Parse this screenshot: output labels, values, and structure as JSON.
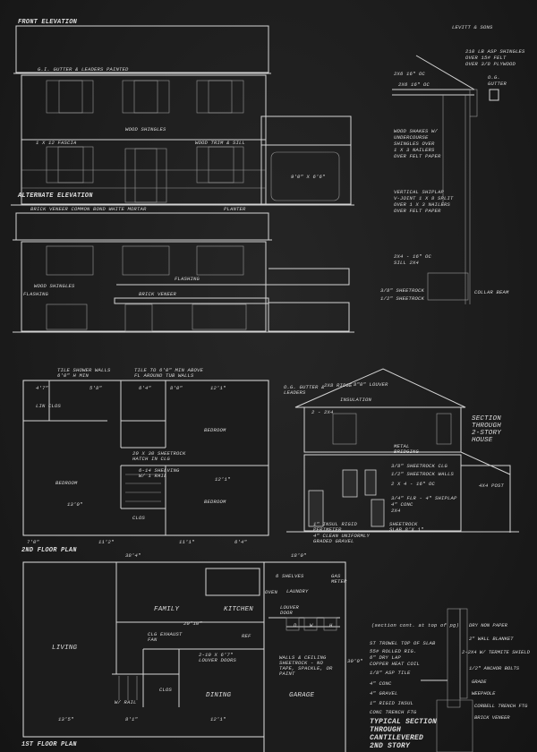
{
  "firm": "LEVITT & SONS",
  "front_elevation": {
    "title": "FRONT ELEVATION",
    "gutter": "G.I. GUTTER & LEADERS PAINTED",
    "shingles": "WOOD SHINGLES",
    "fascia": "1 X 12 FASCIA",
    "trim": "WOOD TRIM & SILL",
    "brick": "BRICK VENEER COMMON BOND WHITE MORTAR",
    "planter": "PLANTER",
    "garage_door": "9'0\" X 6'6\""
  },
  "alternate_elevation": {
    "title": "ALTERNATE ELEVATION",
    "shingles": "WOOD SHINGLES",
    "flashing_left": "FLASHING",
    "flashing_mid": "FLASHING",
    "brick": "BRICK VENEER"
  },
  "roof_detail": {
    "shingles": [
      "210 LB ASP SHINGLES",
      "OVER 15# FELT",
      "OVER 3/8 PLYWOOD"
    ],
    "gutter": [
      "O.G.",
      "GUTTER"
    ],
    "rafters": "2X6 16\" OC",
    "joists": "2X6 16\" OC",
    "shakes": [
      "WOOD SHAKES W/",
      "UNDERCOURSE",
      "SHINGLES OVER",
      "1 X 3 NAILERS",
      "OVER FELT PAPER"
    ],
    "shiplap": [
      "VERTICAL SHIPLAP",
      "V-JOINT 1 X 8 SPLIT",
      "OVER 1 X 3 NAILERS",
      "OVER FELT PAPER"
    ],
    "studs": [
      "2X4 - 16\" OC",
      "SILL 2X4"
    ],
    "sheetrock1": "3/8\" SHEETROCK",
    "sheetrock2": "1/2\" SHEETROCK",
    "collar": "COLLAR BEAM"
  },
  "second_floor": {
    "title": "2ND FLOOR PLAN",
    "tile_shower": [
      "TILE SHOWER WALLS",
      "6'0\" H MIN"
    ],
    "tile_tub": [
      "TILE TO 6'0\" MIN ABOVE",
      "FL AROUND TUB WALLS"
    ],
    "bedroom_ne": "BEDROOM",
    "bedroom_w": "BEDROOM",
    "bedroom_se": "BEDROOM",
    "clos": "CLOS",
    "lin_clos": "LIN CLOS",
    "hatch": [
      "20 X 30 SHEETROCK",
      "HATCH IN CLG"
    ],
    "shelving": [
      "6-14 SHELVING",
      "W/ 1 RAIL"
    ],
    "dims": [
      "4'7\"",
      "5'8\"",
      "6'4\"",
      "8'0\"",
      "12'1\"",
      "13'0\"",
      "12'1\"",
      "7'0\"",
      "11'2\"",
      "11'1\"",
      "6'4\""
    ]
  },
  "section": {
    "title": [
      "SECTION",
      "THROUGH",
      "2-STORY",
      "HOUSE"
    ],
    "gutter": [
      "O.G. GUTTER &",
      "LEADERS"
    ],
    "ridge": "2X8 RIDGE",
    "louver": "8\"0\" LOUVER",
    "insulation": "INSULATION",
    "metal_bridging": [
      "METAL",
      "BRIDGING"
    ],
    "sheetrock_clg": "3/8\" SHEETROCK CLG",
    "sheetrock_walls": "1/2\" SHEETROCK WALLS",
    "studs": "2 X 4 - 16\" OC",
    "floor": [
      "3/4\" FLR - 4\" SHIPLAP",
      "4\" CONC",
      "2X4"
    ],
    "insul": [
      "1\" INSUL RIGID",
      "PERIMETER",
      "4\" CLEAN UNIFORMLY",
      "GRADED GRAVEL"
    ],
    "slab": [
      "SHEETROCK",
      "SLAB 8'X 1\""
    ],
    "rafter": "2 - 2X4",
    "post": "4X4 POST"
  },
  "first_floor": {
    "title": "1ST FLOOR PLAN",
    "living": "LIVING",
    "family": "FAMILY",
    "kitchen": "KITCHEN",
    "laundry": "LAUNDRY",
    "shelves": "6 SHELVES",
    "gas_meter": [
      "GAS",
      "METER"
    ],
    "oven": "OVEN",
    "louver_door": [
      "LOUVER",
      "DOOR"
    ],
    "exhaust": [
      "CLG EXHAUST",
      "FAN"
    ],
    "louver_doors": [
      "2-10 X 6'7\"",
      "LOUVER DOORS"
    ],
    "ref": "REF",
    "dining": "DINING",
    "clos": "CLOS",
    "rail": "W/ RAIL",
    "garage": "GARAGE",
    "garage_note": [
      "WALLS & CEILING",
      "SHEETROCK - NO",
      "TAPE, SPACKLE, OR",
      "PAINT"
    ],
    "dims": [
      "38'4\"",
      "18'0\"",
      "20'10\"",
      "30'0\"",
      "13'5\"",
      "8'1\"",
      "12'1\""
    ],
    "appliances": [
      "D",
      "W",
      "H"
    ]
  },
  "typical_section": {
    "title": [
      "TYPICAL SECTION",
      "THROUGH",
      "CANTILEVERED",
      "2ND STORY"
    ],
    "note": "(section cont. at top of pg)",
    "left": [
      "ST TROWEL TOP OF SLAB",
      "55# ROLLED RIG.",
      "6\" DRY LAP",
      "COPPER HEAT COIL",
      "1/8\" ASP TILE",
      "4\" CONC",
      "4\" GRAVEL",
      "1\" RIGID INSUL",
      "CONC TRENCH FTG"
    ],
    "right": [
      "DRY NON PAPER",
      "2\" WALL BLANKET",
      "2-2X4 W/ TERMITE SHIELD",
      "1/2\" ANCHOR BOLTS",
      "GRADE",
      "WEEPHOLE",
      "CORBELL TRENCH FTG",
      "BRICK VENEER"
    ]
  }
}
